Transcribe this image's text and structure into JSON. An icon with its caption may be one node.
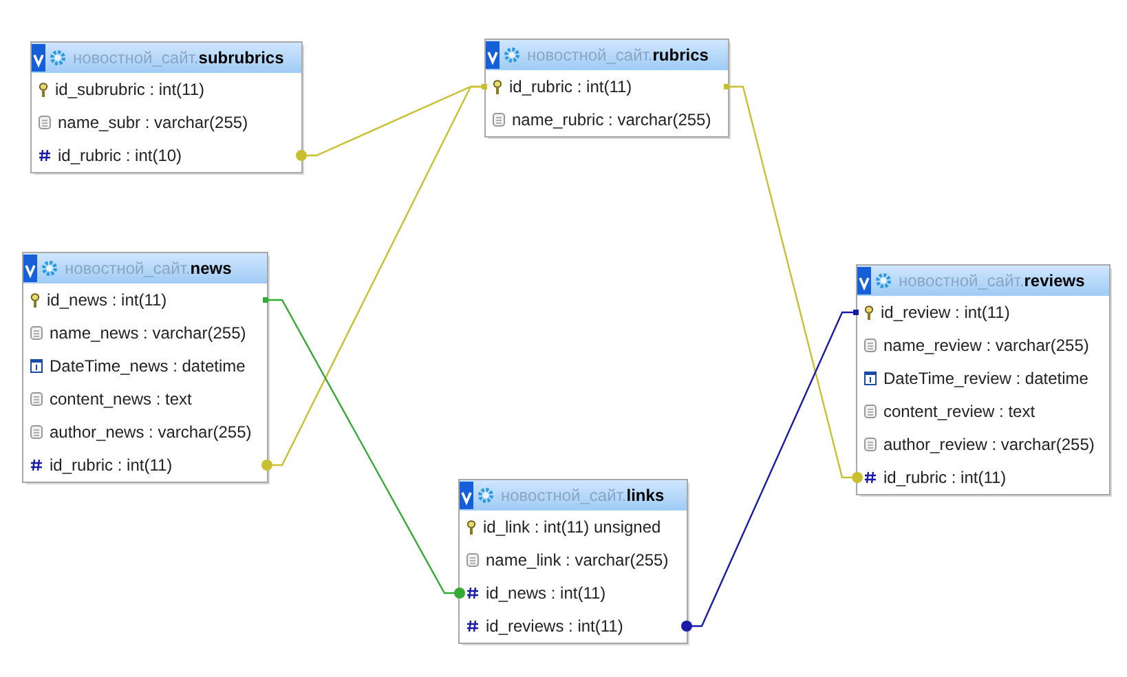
{
  "diagram": {
    "nodes": [
      {
        "text": [
          "новостной_сайт.**subrubrics**"
        ]
      },
      {
        "text": [
          "id_subrubric : int(11)"
        ],
        "in": 0
      },
      {
        "text": [
          "name_subr : varchar(255)"
        ],
        "in": 0
      },
      {
        "text": [
          "id_rubric : int(10)"
        ],
        "in": 0
      },
      {
        "text": [
          "новостной_сайт.**rubrics**"
        ]
      },
      {
        "text": [
          "id_rubric : int(11)"
        ],
        "in": 4
      },
      {
        "text": [
          "name_rubric : varchar(255)"
        ],
        "in": 4
      },
      {
        "text": [
          "новостной_сайт.**news**"
        ]
      },
      {
        "text": [
          "id_news : int(11)"
        ],
        "in": 7
      },
      {
        "text": [
          "name_news : varchar(255)"
        ],
        "in": 7
      },
      {
        "text": [
          "DateTime_news : datetime"
        ],
        "in": 7
      },
      {
        "text": [
          "content_news : text"
        ],
        "in": 7
      },
      {
        "text": [
          "author_news : varchar(255)"
        ],
        "in": 7
      },
      {
        "text": [
          "id_rubric : int(11)"
        ],
        "in": 7
      },
      {
        "text": [
          "новостной_сайт.**reviews**"
        ]
      },
      {
        "text": [
          "id_review : int(11)"
        ],
        "in": 14
      },
      {
        "text": [
          "name_review : varchar(255)"
        ],
        "in": 14
      },
      {
        "text": [
          "DateTime_review : datetime"
        ],
        "in": 14
      },
      {
        "text": [
          "content_review : text"
        ],
        "in": 14
      },
      {
        "text": [
          "author_review : varchar(255)"
        ],
        "in": 14
      },
      {
        "text": [
          "id_rubric : int(11)"
        ],
        "in": 14
      },
      {
        "text": [
          "новостной_сайт.**links**"
        ]
      },
      {
        "text": [
          "id_link : int(11) unsigned"
        ],
        "in": 21
      },
      {
        "text": [
          "name_link : varchar(255)"
        ],
        "in": 21
      },
      {
        "text": [
          "id_news : int(11)"
        ],
        "in": 21
      },
      {
        "text": [
          "id_reviews : int(11)"
        ],
        "in": 21
      }
    ],
    "edges": [
      {
        "from": 3,
        "to": 5,
        "arrow": "other"
      },
      {
        "from": 13,
        "to": 5,
        "arrow": "other"
      },
      {
        "from": 20,
        "to": 5,
        "arrow": "other"
      },
      {
        "from": 24,
        "to": 8,
        "arrow": "other",
        "color": "#33aa33"
      },
      {
        "from": 25,
        "to": 15,
        "arrow": "other",
        "color": "#1a1aa8"
      }
    ]
  }
}
